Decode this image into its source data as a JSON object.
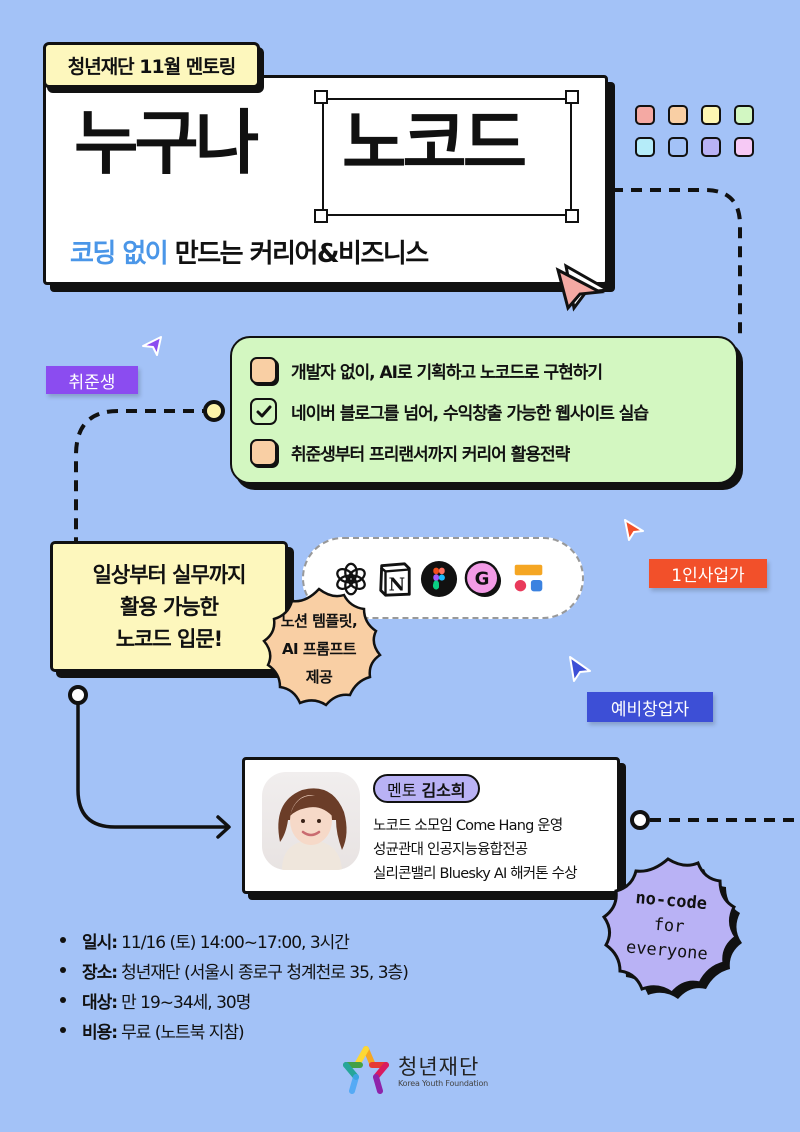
{
  "header": {
    "tag": "청년재단 11월 멘토링",
    "title_part1": "누구나",
    "title_part2": "노코드",
    "subtitle_highlight": "코딩 없이",
    "subtitle_rest": " 만드는 커리어&비즈니스"
  },
  "palette": {
    "swatches": [
      "#f4a9a3",
      "#f9cfa4",
      "#fdf6b2",
      "#d2f7c2",
      "#b5ecf9",
      "#a3c2f7",
      "#b9b2f5",
      "#f6c9f5"
    ]
  },
  "personas": [
    {
      "label": "취준생",
      "color": "#8b4cf0"
    },
    {
      "label": "1인사업가",
      "color": "#f2502a"
    },
    {
      "label": "예비창업자",
      "color": "#3d4fd6"
    }
  ],
  "checklist": {
    "items": [
      {
        "label": "개발자 없이, AI로 기획하고 노코드로 구현하기",
        "checked": false
      },
      {
        "label": "네이버 블로그를 넘어, 수익창출 가능한 웹사이트 실습",
        "checked": true
      },
      {
        "label": "취준생부터 프리랜서까지 커리어 활용전략",
        "checked": false
      }
    ]
  },
  "feature": {
    "lines": [
      "일상부터 실무까지",
      "활용 가능한",
      "노코드 입문!"
    ]
  },
  "tools": {
    "icons": [
      "chatgpt-icon",
      "notion-icon",
      "figma-icon",
      "g-app-icon",
      "layout-app-icon"
    ]
  },
  "badge": {
    "lines": [
      "노션 템플릿,",
      "AI 프롬프트",
      "제공"
    ]
  },
  "mentor": {
    "role": "멘토",
    "name": "김소희",
    "details": [
      "노코드 소모임 Come Hang 운영",
      "성균관대 인공지능융합전공",
      "실리콘밸리 Bluesky AI 해커톤 수상"
    ]
  },
  "nocode_badge": {
    "lines": [
      "no-code",
      "for",
      "everyone"
    ]
  },
  "info": {
    "items": [
      {
        "key": "일시:",
        "value": "11/16 (토) 14:00~17:00, 3시간"
      },
      {
        "key": "장소:",
        "value": "청년재단 (서울시 종로구 청계천로 35, 3층)"
      },
      {
        "key": "대상:",
        "value": "만 19~34세, 30명"
      },
      {
        "key": "비용:",
        "value": "무료 (노트북 지참)"
      }
    ]
  },
  "footer": {
    "logo_ko": "청년재단",
    "logo_en": "Korea Youth Foundation"
  }
}
